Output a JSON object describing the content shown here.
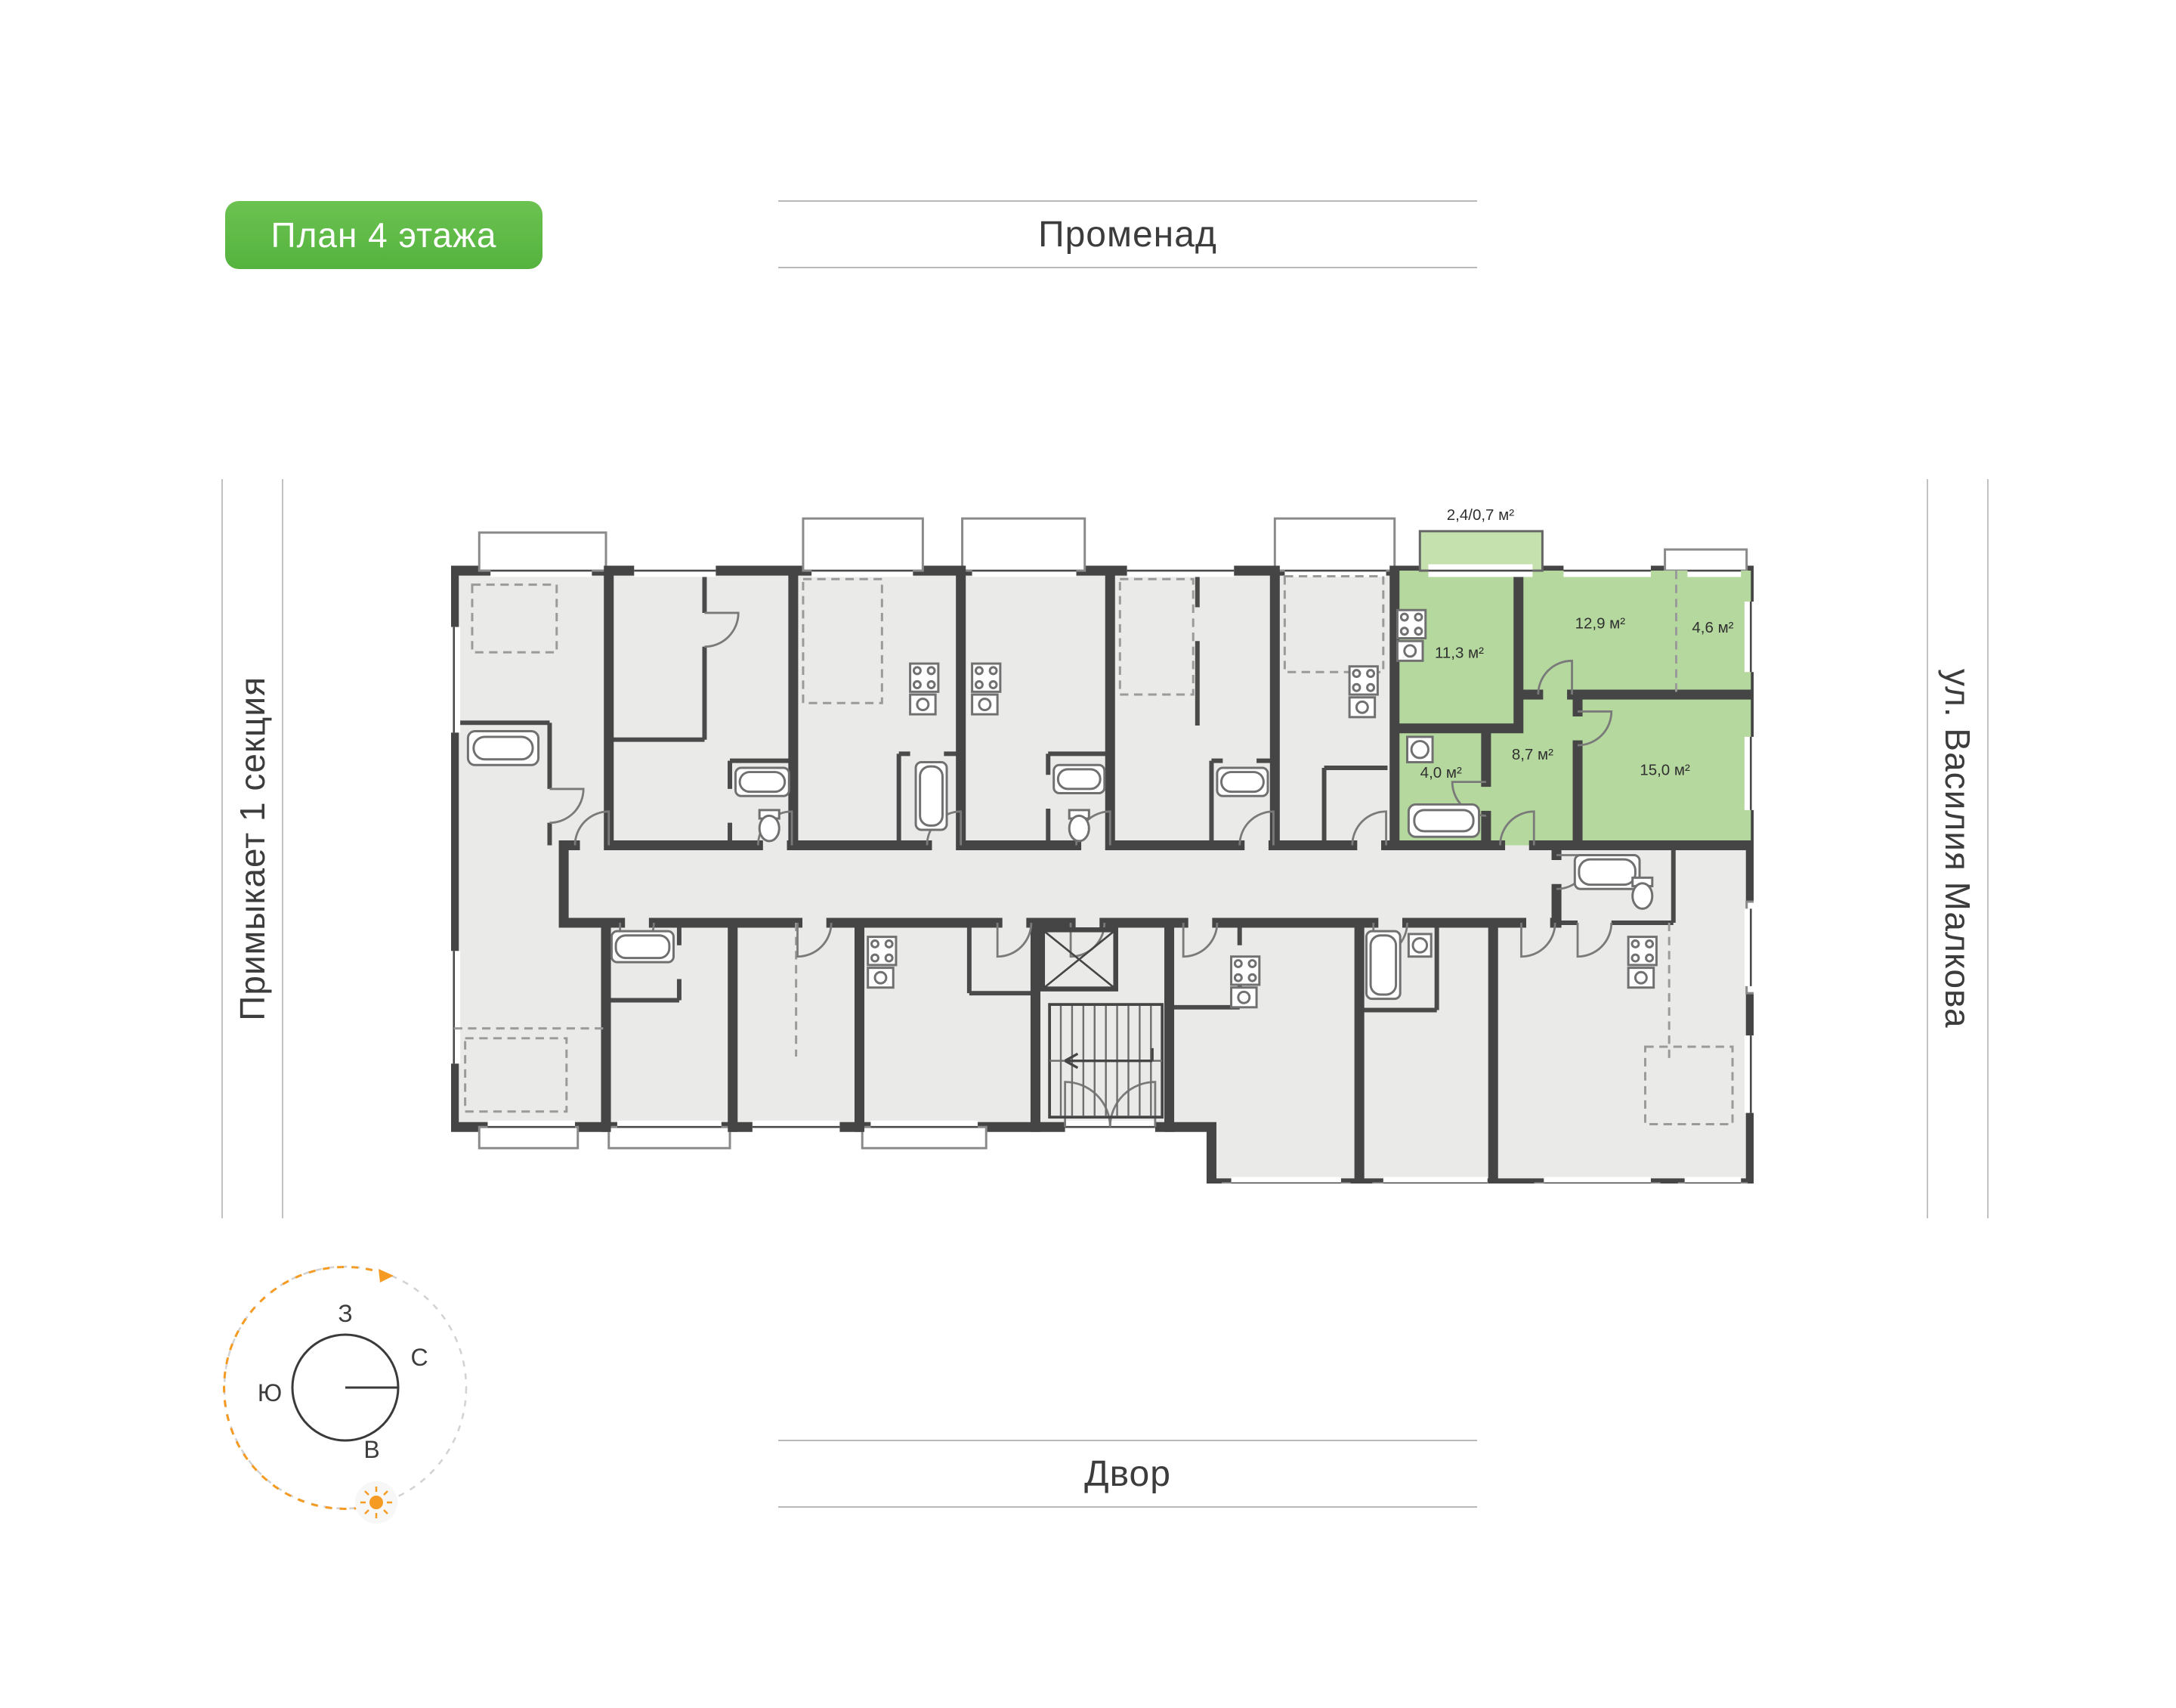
{
  "badge": {
    "label": "План 4 этажа",
    "color": "#5cbb45"
  },
  "surroundings": {
    "top": "Променад",
    "bottom": "Двор",
    "left": "Примыкает 1 секция",
    "right": "ул. Василия Малкова"
  },
  "compass": {
    "labels": {
      "top": "З",
      "right": "С",
      "bottom": "В",
      "left": "Ю"
    },
    "accent_color": "#f59b23",
    "icons": {
      "sun": "sun-icon",
      "rotation": "arrow-icon"
    }
  },
  "floor_plan": {
    "title": "План 4 этажа",
    "wall_color": "#454545",
    "floor_color": "#eaeae8",
    "highlight_color": "#b5d89e",
    "balcony_highlight_color": "#c4e1ae",
    "highlighted_apartment": {
      "rooms": [
        {
          "name": "balcony",
          "area": "2,4/0,7 м²"
        },
        {
          "name": "kitchen-living",
          "area": "11,3 м²"
        },
        {
          "name": "bedroom",
          "area": "12,9 м²"
        },
        {
          "name": "wardrobe",
          "area": "4,6 м²"
        },
        {
          "name": "bathroom",
          "area": "4,0 м²"
        },
        {
          "name": "hallway",
          "area": "8,7 м²"
        },
        {
          "name": "living-room",
          "area": "15,0 м²"
        }
      ]
    }
  }
}
